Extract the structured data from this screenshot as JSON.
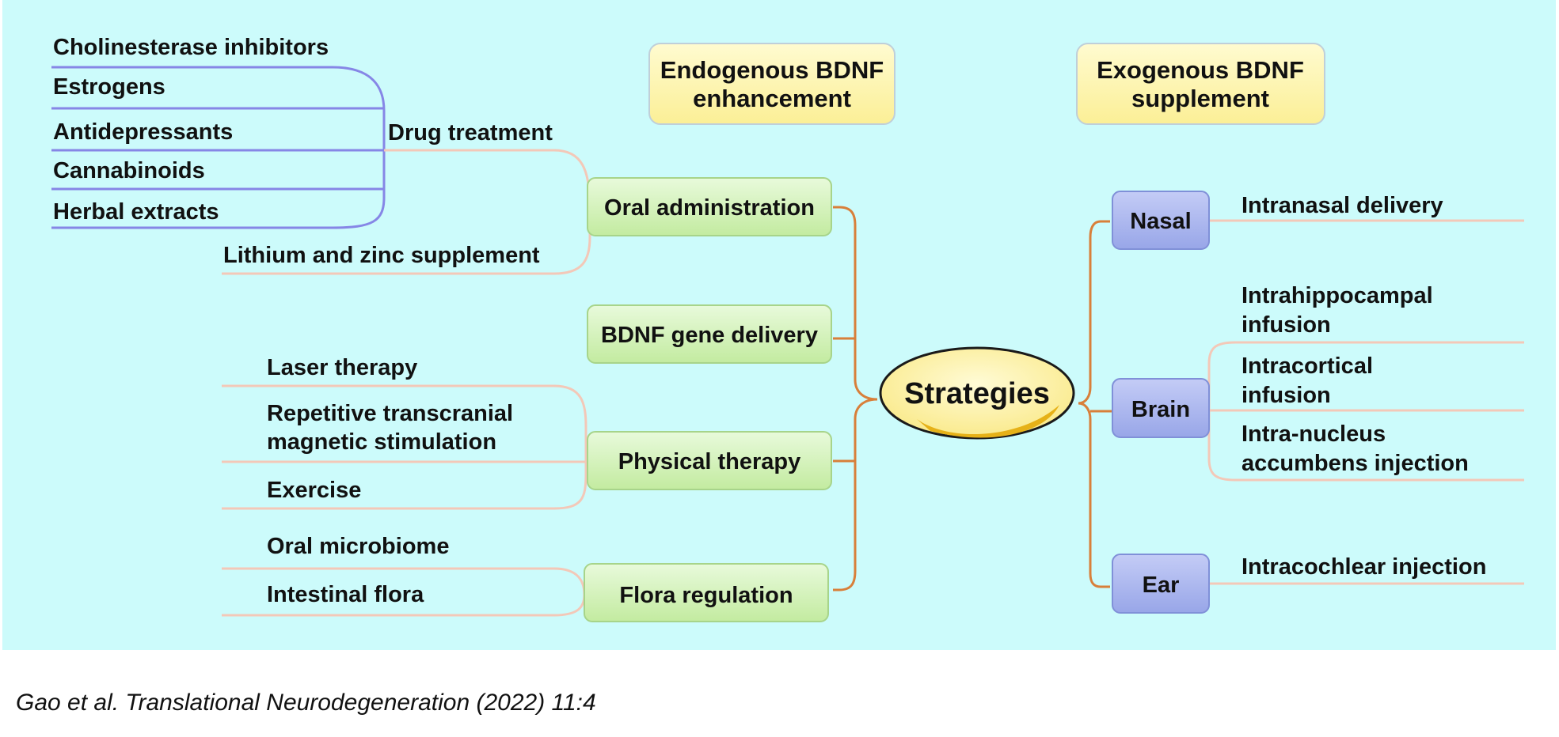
{
  "headers": {
    "endogenous": [
      "Endogenous BDNF",
      "enhancement"
    ],
    "exogenous": [
      "Exogenous BDNF",
      "supplement"
    ]
  },
  "center": "Strategies",
  "endogenous": {
    "drug_treatment": "Drug treatment",
    "drugs": [
      "Cholinesterase inhibitors",
      "Estrogens",
      "Antidepressants",
      "Cannabinoids",
      "Herbal extracts"
    ],
    "lithium": "Lithium and zinc supplement",
    "oral_administration": "Oral administration",
    "gene_delivery": "BDNF gene delivery",
    "physical_therapy": "Physical therapy",
    "physical_items": {
      "laser": "Laser therapy",
      "rtms": [
        "Repetitive transcranial",
        "magnetic stimulation"
      ],
      "exercise": "Exercise"
    },
    "flora_regulation": "Flora regulation",
    "flora_items": [
      "Oral microbiome",
      "Intestinal flora"
    ]
  },
  "exogenous": {
    "nasal": "Nasal",
    "nasal_items": [
      "Intranasal delivery"
    ],
    "brain": "Brain",
    "brain_items": {
      "hippocampal": [
        "Intrahippocampal",
        "infusion"
      ],
      "cortical": [
        "Intracortical",
        "infusion"
      ],
      "accumbens": [
        "Intra-nucleus",
        "accumbens injection"
      ]
    },
    "ear": "Ear",
    "ear_items": [
      "Intracochlear injection"
    ]
  },
  "citation": "Gao et al. Translational Neurodegeneration (2022) 11:4",
  "colors": {
    "background": "#ccfbfb",
    "header_box": "#fdf7b0",
    "green_box": "#d6f3bb",
    "blue_box": "#a8b4ee",
    "center_ellipse": "#fdf2a6",
    "orange_connector": "#d87f3a",
    "purple_connector": "#8686e6",
    "pink_connector": "#f3c8b8"
  }
}
